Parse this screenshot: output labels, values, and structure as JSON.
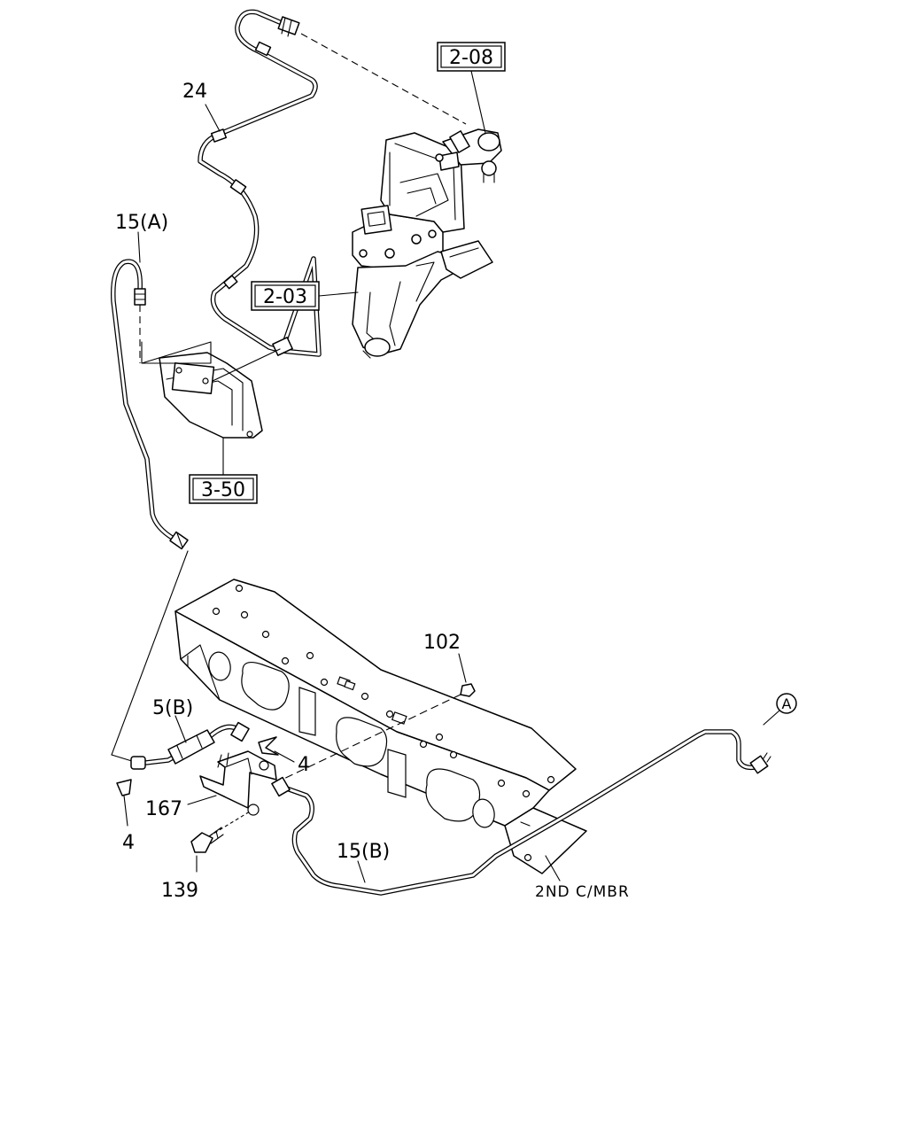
{
  "labels": {
    "p24": "24",
    "p15a": "15(A)",
    "p15b": "15(B)",
    "p5b": "5(B)",
    "p4a": "4",
    "p4b": "4",
    "p102": "102",
    "p167": "167",
    "p139": "139",
    "circle_a": "A",
    "member": "2ND C/MBR"
  },
  "refs": {
    "r208": "2-08",
    "r203": "2-03",
    "r350": "3-50"
  }
}
